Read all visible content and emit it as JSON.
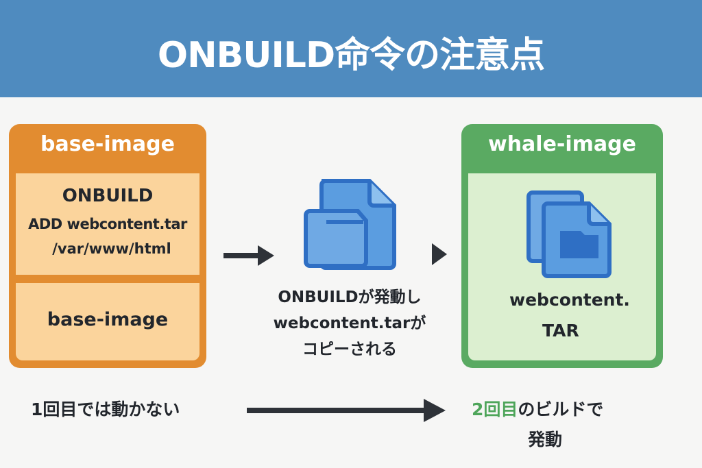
{
  "header": {
    "title": "ONBUILD命令の注意点"
  },
  "base_image": {
    "header": "base-image",
    "instruction_line1": "ONBUILD",
    "instruction_line2": "ADD webcontent.tar",
    "instruction_line3": "/var/www/html",
    "layer_label": "base-image"
  },
  "middle": {
    "icon": "document-copy-icon",
    "caption_line1": "ONBUILDが発動し",
    "caption_line2": "webcontent.tarが",
    "caption_line3": "コピーされる"
  },
  "whale_image": {
    "header": "whale-image",
    "icon": "archive-file-icon",
    "file_line1": "webcontent.",
    "file_line2": "TAR"
  },
  "bottom": {
    "left_text": "1回目では動かない",
    "right_highlight": "2回目",
    "right_rest": "のビルドで",
    "right_line2": "発動"
  },
  "colors": {
    "header_bg": "#4f8bbf",
    "base_accent": "#e28c30",
    "base_fill": "#fbd49c",
    "whale_accent": "#5aaa62",
    "whale_fill": "#dcefd0",
    "icon_blue": "#2f6fc4",
    "highlight_green": "#4ea55a"
  }
}
